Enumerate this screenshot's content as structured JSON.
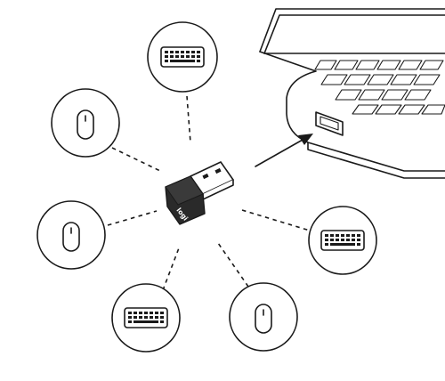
{
  "diagram": {
    "receiver": {
      "icon": "usb-receiver-icon",
      "logo_text": "logi"
    },
    "laptop": {
      "icon": "laptop-icon",
      "port_icon": "usb-port-icon"
    },
    "insert_arrow": "arrow-icon",
    "devices": [
      {
        "type": "keyboard",
        "icon": "keyboard-icon"
      },
      {
        "type": "mouse",
        "icon": "mouse-icon"
      },
      {
        "type": "mouse",
        "icon": "mouse-icon"
      },
      {
        "type": "keyboard",
        "icon": "keyboard-icon"
      },
      {
        "type": "mouse",
        "icon": "mouse-icon"
      },
      {
        "type": "keyboard",
        "icon": "keyboard-icon"
      }
    ],
    "colors": {
      "ink": "#1a1a1a",
      "receiver_body": "#2a2a2a",
      "background": "#ffffff"
    }
  }
}
